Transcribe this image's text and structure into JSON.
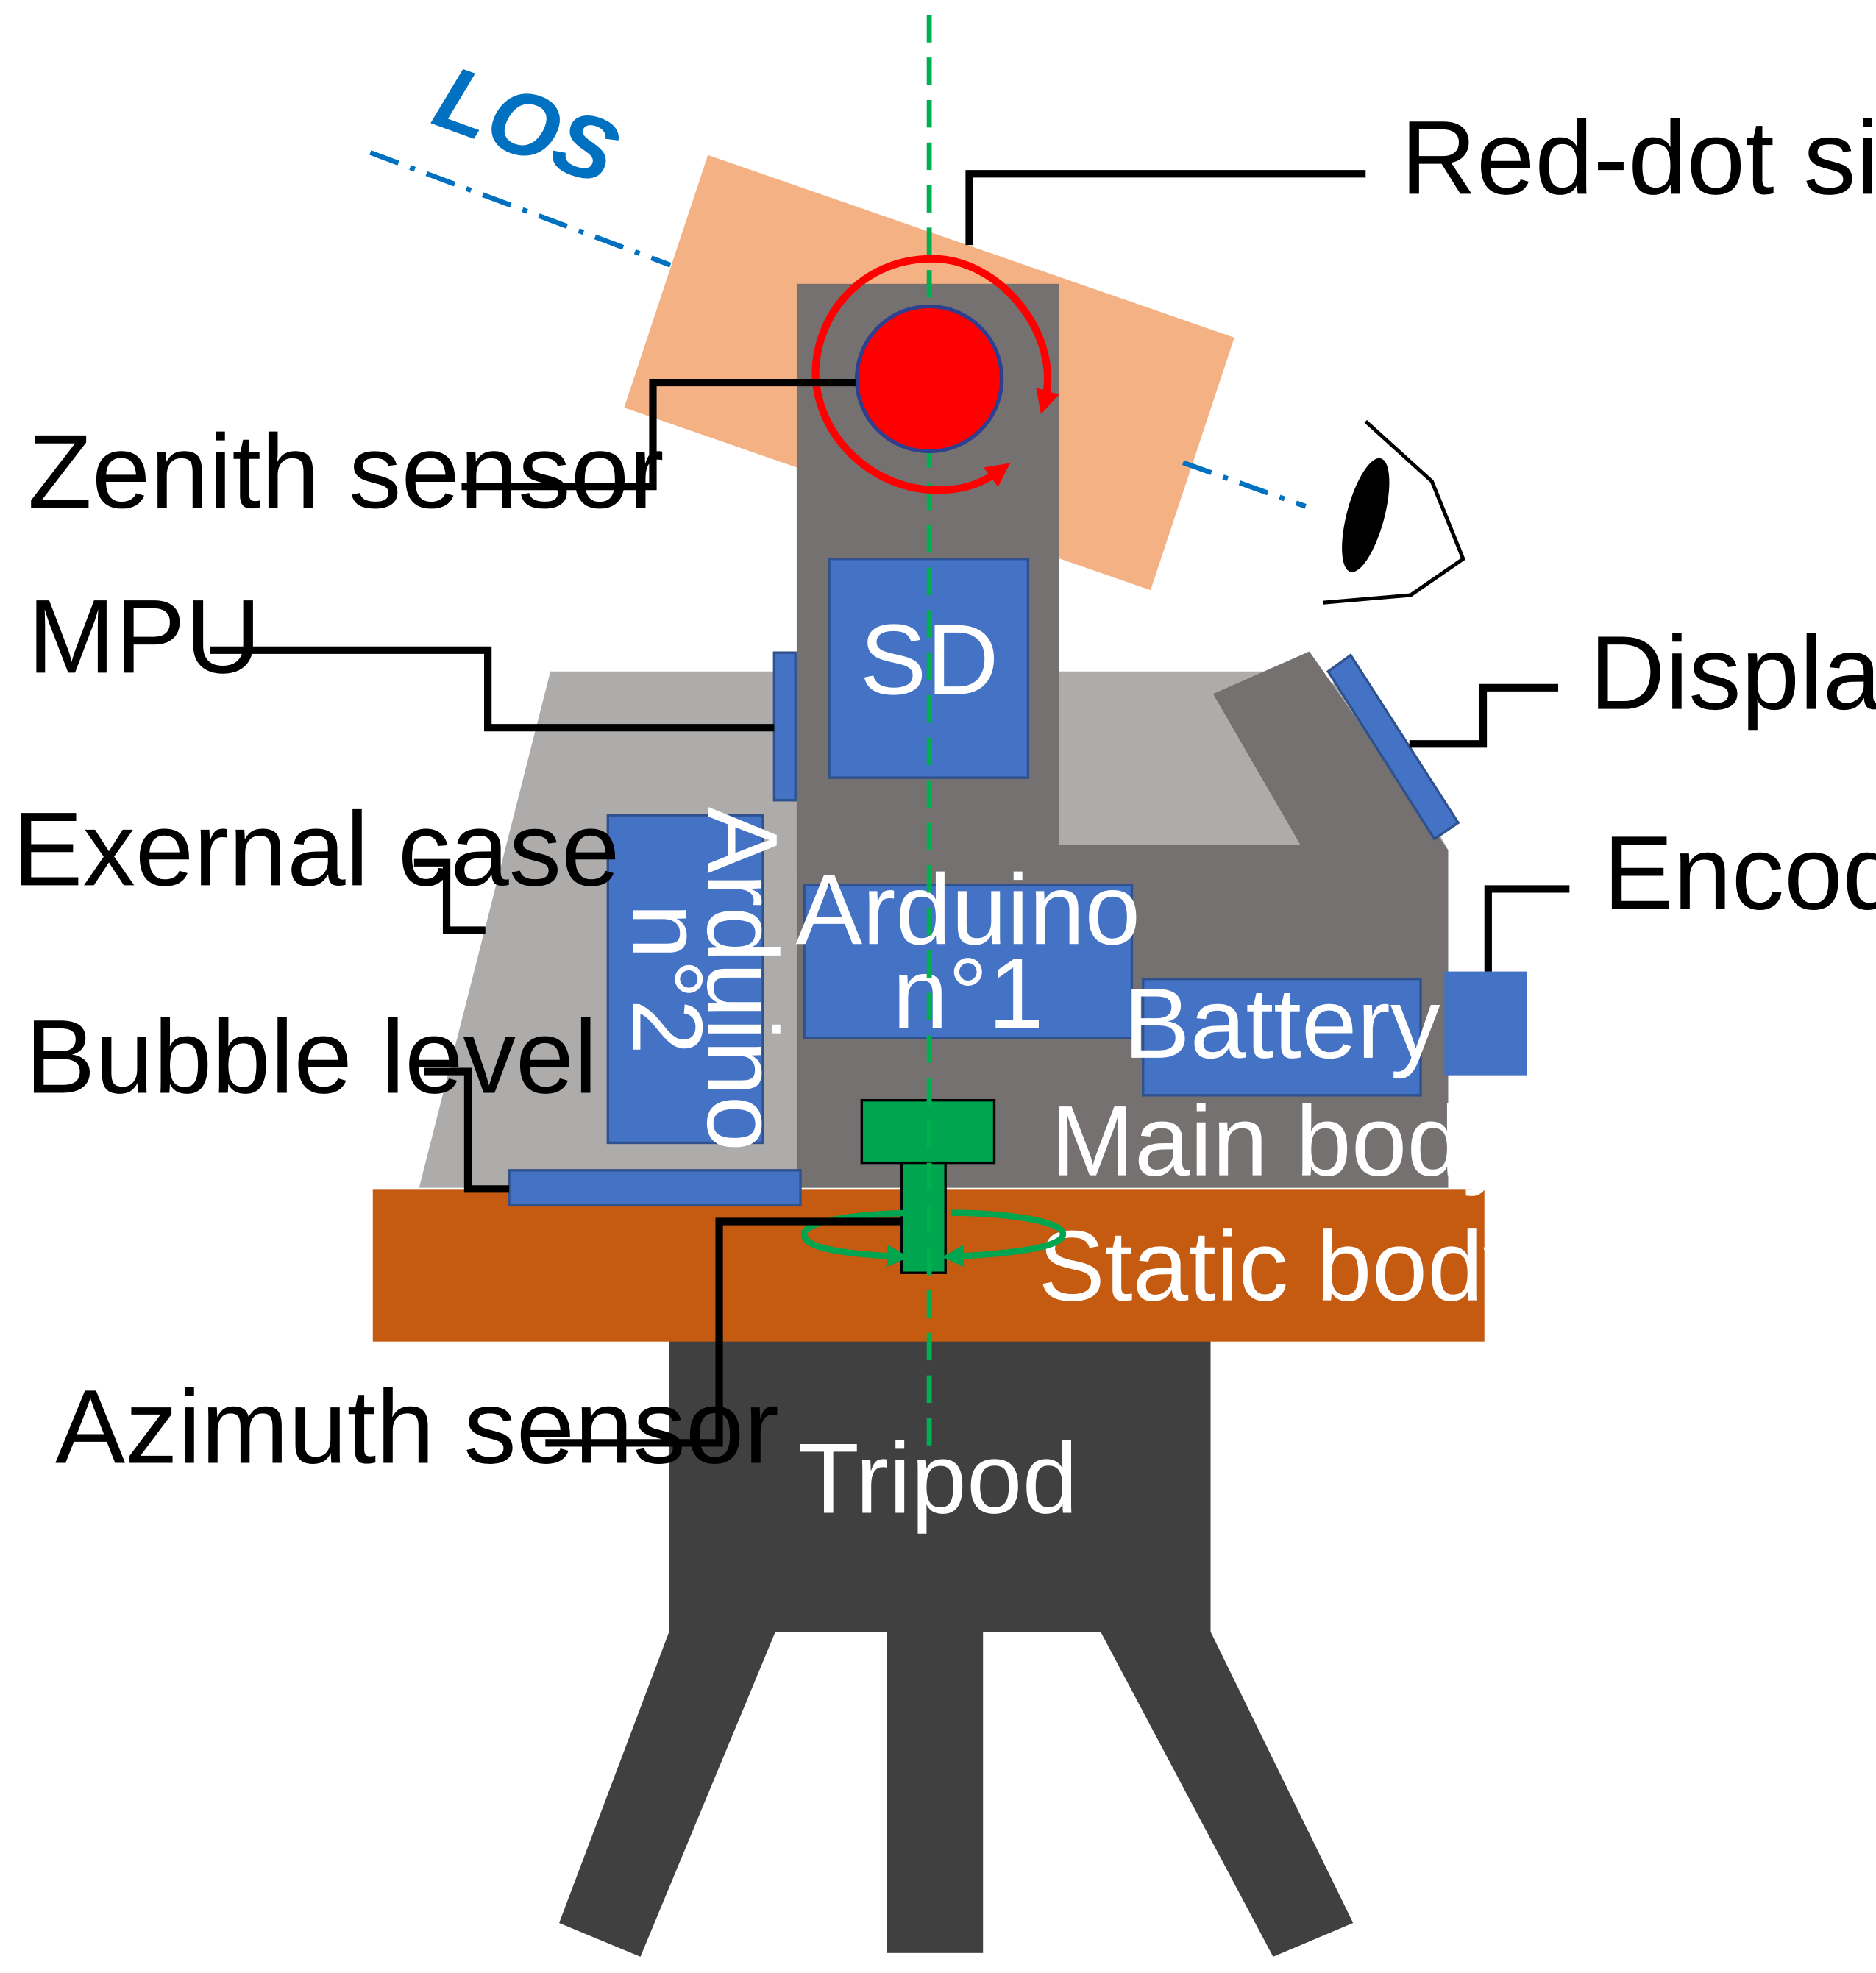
{
  "colors": {
    "main_body": "#757171",
    "external_case": "#aeabab",
    "static_body": "#c55a11",
    "tripod": "#404040",
    "component": "#4472c4",
    "red_dot_sight": "#f4b183",
    "zenith_sensor": "#ff0000",
    "azimuth_sensor": "#00a550",
    "vertical_axis": "#00b050",
    "los": "#0070c0"
  },
  "labels": {
    "los": "LOS",
    "red_dot_sight": "Red-dot sight",
    "zenith_sensor": "Zenith sensor",
    "mpu": "MPU",
    "display": "Display",
    "external_case": "Exernal case",
    "encoder": "Encoder",
    "bubble_level": "Bubble level",
    "azimuth_sensor": "Azimuth sensor"
  },
  "components": {
    "sd": "SD",
    "arduino1_line1": "Arduino",
    "arduino1_line2": "n°1",
    "arduino2_line1": "Arduino",
    "arduino2_line2": "n°2",
    "battery": "Battery",
    "main_body": "Main body",
    "static_body": "Static body",
    "tripod": "Tripod"
  }
}
